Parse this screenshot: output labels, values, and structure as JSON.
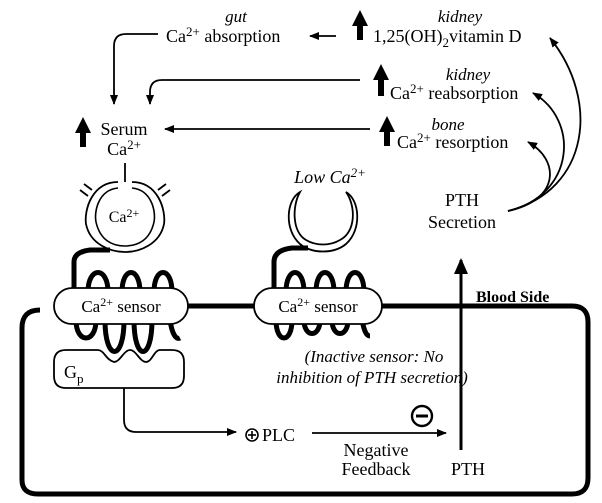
{
  "diagram": {
    "title": "Calcium-sensing receptor regulation of PTH secretion",
    "colors": {
      "ink": "#000000",
      "background": "#ffffff"
    },
    "outcomes": {
      "gut": {
        "organ": "gut",
        "base": "Ca",
        "sup": "2+",
        "rest": " absorption"
      },
      "vitd": {
        "organ": "kidney",
        "pre": "1,25(OH)",
        "sub": "2",
        "rest": "vitamin D",
        "direction": "up"
      },
      "reabs": {
        "organ": "kidney",
        "base": "Ca",
        "sup": "2+",
        "rest": " reabsorption",
        "direction": "up"
      },
      "resorp": {
        "organ": "bone",
        "base": "Ca",
        "sup": "2+",
        "rest": " resorption",
        "direction": "up"
      }
    },
    "serum": {
      "line1": "Serum",
      "base": "Ca",
      "sup": "2+",
      "direction": "up"
    },
    "bound_ligand": {
      "base": "Ca",
      "sup": "2+"
    },
    "low_ca": {
      "label": "Low Ca",
      "sup": "2+"
    },
    "pth_secretion": {
      "line1": "PTH",
      "line2": "Secretion"
    },
    "sensors": [
      {
        "base": "Ca",
        "sup": "2+",
        "rest": " sensor",
        "state": "active"
      },
      {
        "base": "Ca",
        "sup": "2+",
        "rest": " sensor",
        "state": "inactive"
      }
    ],
    "gp": {
      "base": "G",
      "sub": "p"
    },
    "blood_side": "Blood Side",
    "inactive_note": {
      "line1": "(Inactive sensor: No",
      "line2": "inhibition of PTH secretion)"
    },
    "plc": {
      "sign": "+",
      "label": "PLC"
    },
    "negative_feedback": {
      "sign": "−",
      "line1": "Negative",
      "line2": "Feedback"
    },
    "pth": "PTH"
  }
}
